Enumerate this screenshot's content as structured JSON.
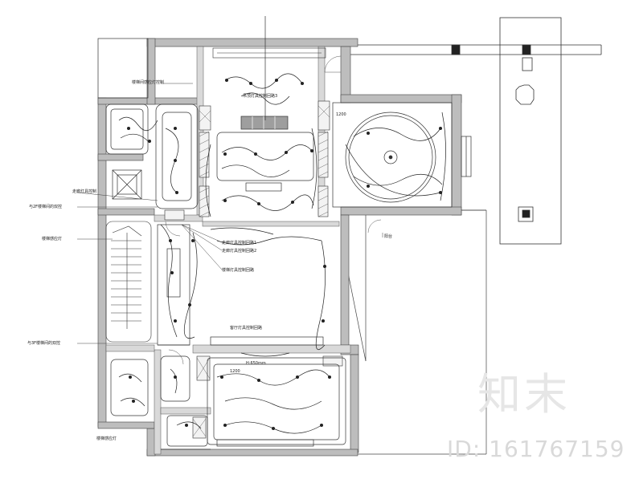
{
  "labels": {
    "stair_light_switch": "楼梯间感应灯控制",
    "corridor_left_1": "走廊灯具控制",
    "left_upper_1": "与2F楼梯间的双控",
    "stair_upper_note": "楼梯感应灯",
    "left_lower_1": "与3F楼梯间的双控",
    "bottom_left_note": "楼梯感应灯",
    "center_switch_1": "走廊灯具控制回路1",
    "center_switch_2": "走廊灯具控制回路2",
    "center_switch_3": "楼梯灯具控制回路",
    "top_room_note": "吊顶灯具控制回路3",
    "mid_room_note": "客厅灯具控制回路",
    "bottom_room_note": "H:650mm",
    "right_room_note": "阳台",
    "dim_marker_1": "1200",
    "dim_marker_2": "1200"
  },
  "watermark": {
    "logo": "知末",
    "id": "ID: 161767159"
  }
}
